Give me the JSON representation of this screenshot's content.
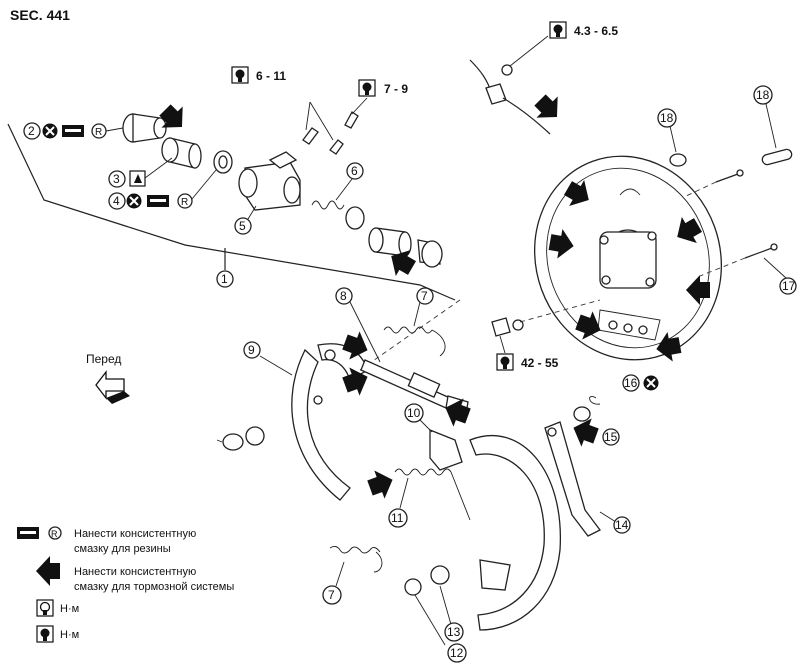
{
  "section": "SEC. 441",
  "front_label": "Перед",
  "torques": {
    "t1": "6 - 11",
    "t2": "7 - 9",
    "t3": "4.3 - 6.5",
    "t4": "42 - 55"
  },
  "callouts": {
    "c1": "1",
    "c2": "2",
    "c3": "3",
    "c4": "4",
    "c5": "5",
    "c6": "6",
    "c7": "7",
    "c7b": "7",
    "c8": "8",
    "c9": "9",
    "c10": "10",
    "c11": "11",
    "c12": "12",
    "c13": "13",
    "c14": "14",
    "c15": "15",
    "c16": "16",
    "c17": "17",
    "c18": "18",
    "c18b": "18"
  },
  "r_mark": "R",
  "legend": {
    "rubber_line1": "Нанести консистентную",
    "rubber_line2": "смазку для резины",
    "brake_line1": "Нанести консистентную",
    "brake_line2": "смазку для тормозной системы",
    "torque_a": "Н·м",
    "torque_b": "Н·м"
  }
}
